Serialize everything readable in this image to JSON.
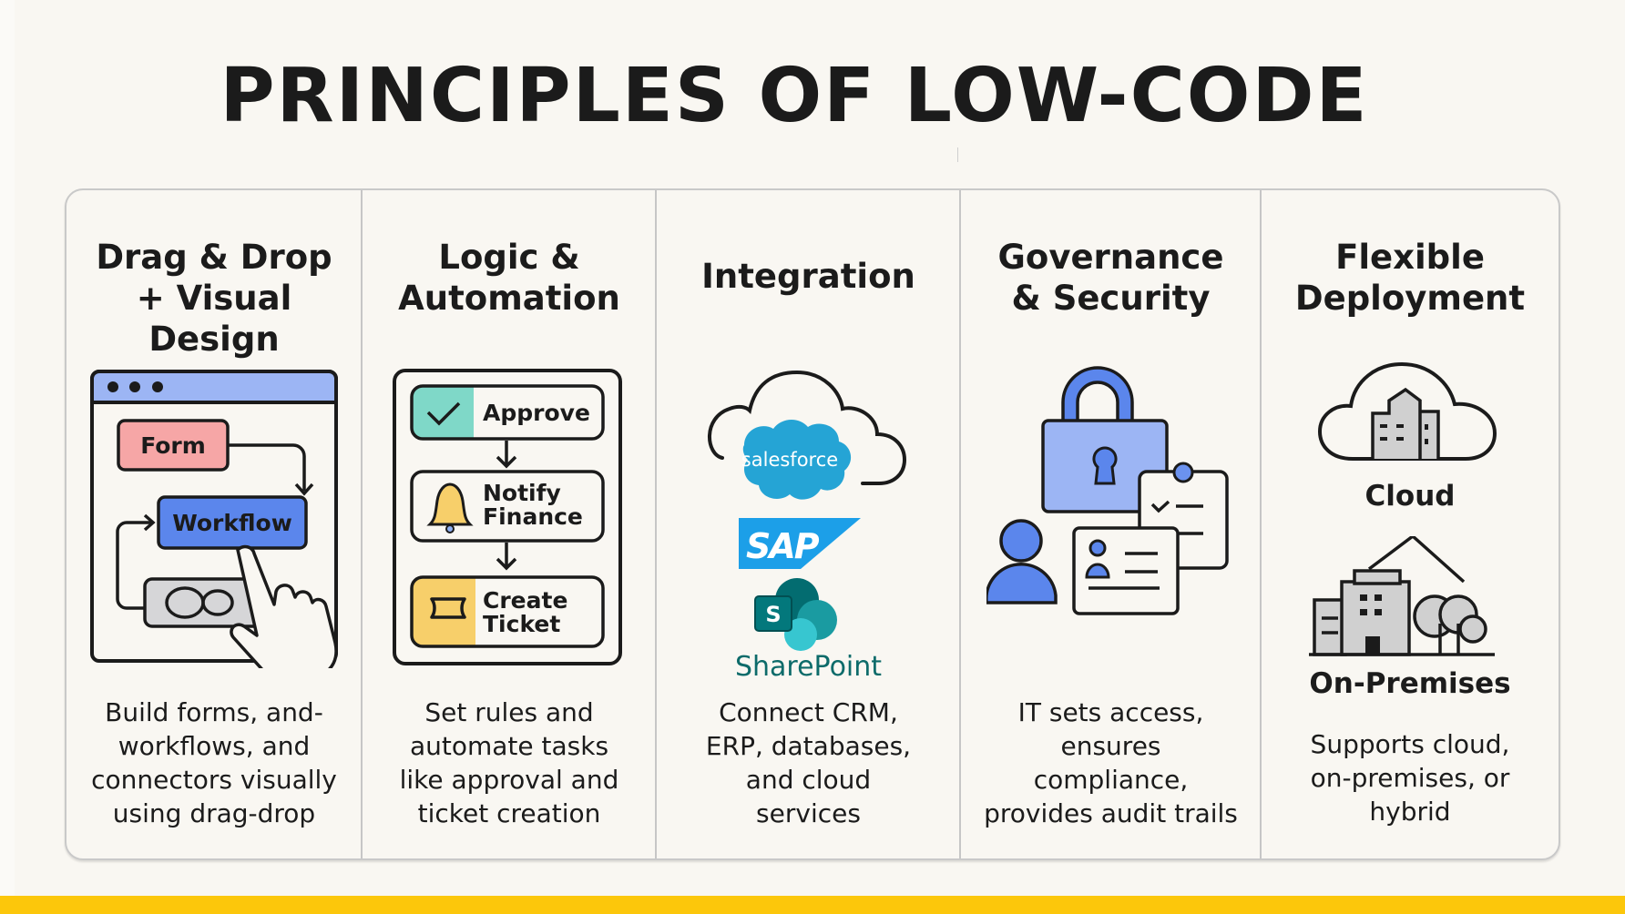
{
  "title": "PRINCIPLES OF LOW-CODE",
  "colors": {
    "background": "#f9f7f2",
    "accent_yellow": "#fcc70b",
    "blue": "#5b86ec",
    "light_blue": "#9cb5f4",
    "pink": "#f6a6a6",
    "teal": "#7fd8c8",
    "bell_yellow": "#f7cf6a",
    "salesforce": "#1798c1",
    "sap": "#1c9fe8",
    "sharepoint": "#036c70"
  },
  "columns": [
    {
      "title_lines": [
        "Drag & Drop",
        "+ Visual Design"
      ],
      "illustration": {
        "icon": "app-window-icon",
        "nodes": [
          "Form",
          "Workflow"
        ],
        "toggle_icon": "toggle-icon",
        "pointer_icon": "hand-pointer-icon"
      },
      "description_lines": [
        "Build forms, and-",
        "workflows, and",
        "connectors visually",
        "using drag-drop"
      ]
    },
    {
      "title_lines": [
        "Logic &",
        "Automation"
      ],
      "illustration": {
        "steps": [
          {
            "icon": "check-icon",
            "label_lines": [
              "Approve"
            ]
          },
          {
            "icon": "bell-icon",
            "label_lines": [
              "Notify",
              "Finance"
            ]
          },
          {
            "icon": "ticket-icon",
            "label_lines": [
              "Create",
              "Ticket"
            ]
          }
        ]
      },
      "description_lines": [
        "Set rules and",
        "automate tasks",
        "like approval and",
        "ticket creation"
      ]
    },
    {
      "title_lines": [
        "Integration"
      ],
      "illustration": {
        "logos": [
          {
            "name": "salesforce",
            "icon": "salesforce-logo-icon"
          },
          {
            "name": "SAP",
            "icon": "sap-logo-icon"
          },
          {
            "name": "SharePoint",
            "icon": "sharepoint-logo-icon",
            "badge": "S"
          }
        ]
      },
      "description_lines": [
        "Connect CRM,",
        "ERP, databases,",
        "and cloud",
        "services"
      ]
    },
    {
      "title_lines": [
        "Governance",
        "& Security"
      ],
      "illustration": {
        "icons": [
          "padlock-icon",
          "checklist-icon",
          "user-icon",
          "id-card-icon"
        ]
      },
      "description_lines": [
        "IT sets access,",
        "ensures",
        "compliance,",
        "provides audit trails"
      ]
    },
    {
      "title_lines": [
        "Flexible",
        "Deployment"
      ],
      "illustration": {
        "options": [
          {
            "label": "Cloud",
            "icon": "cloud-building-icon"
          },
          {
            "label": "On-Premises",
            "icon": "office-building-icon"
          }
        ]
      },
      "description_lines": [
        "Supports cloud,",
        "on-premises, or",
        "hybrid"
      ]
    }
  ]
}
